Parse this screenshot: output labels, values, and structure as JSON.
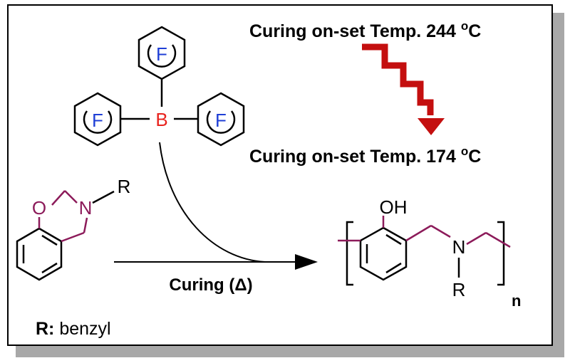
{
  "temps": {
    "before_label": "Curing on-set Temp. 244",
    "after_label": "Curing on-set Temp. 174",
    "unit_super": "o",
    "unit": "C"
  },
  "catalyst": {
    "ring_label": "F",
    "center_atom": "B"
  },
  "monomer": {
    "atom_o": "O",
    "atom_n": "N",
    "substituent": "R",
    "r_key": "R:",
    "r_value": "benzyl"
  },
  "reaction": {
    "arrow_label": "Curing (Δ)"
  },
  "polymer": {
    "hydroxyl": "OH",
    "atom_n": "N",
    "substituent": "R",
    "repeat_subscript": "n"
  },
  "colors": {
    "boron": "#e8231e",
    "fluorine_label": "#1f3fd6",
    "heterocycle": "#8c1b5a",
    "step_arrow": "#c40f0f"
  }
}
